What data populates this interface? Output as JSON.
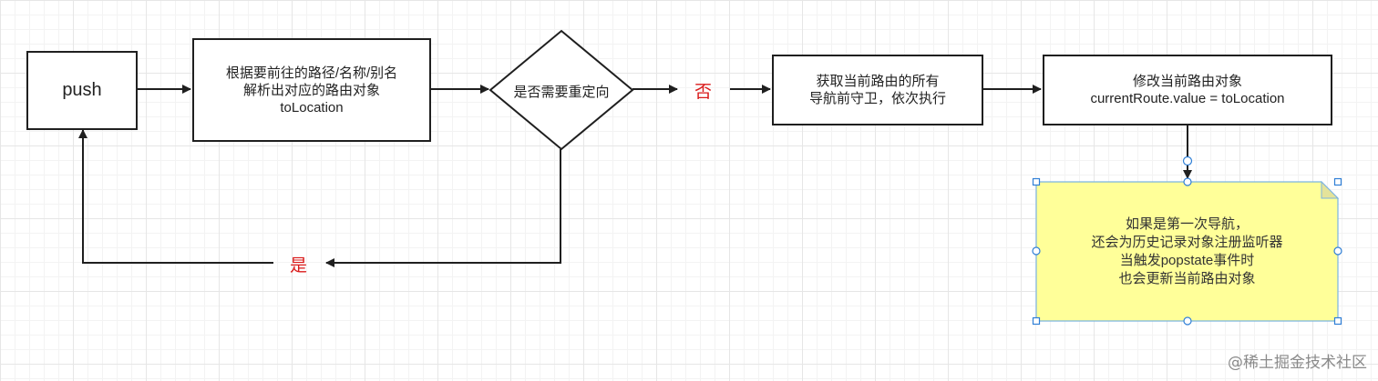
{
  "nodes": {
    "push": "push",
    "resolve": "根据要前往的路径/名称/别名\n解析出对应的路由对象\ntoLocation",
    "decision": "是否需要重定向",
    "guards": "获取当前路由的所有\n导航前守卫，依次执行",
    "update": "修改当前路由对象\ncurrentRoute.value = toLocation"
  },
  "labels": {
    "no": "否",
    "yes": "是"
  },
  "note": {
    "text": "如果是第一次导航，\n还会为历史记录对象注册监听器\n当触发popstate事件时\n也会更新当前路由对象"
  },
  "watermark": "@稀土掘金技术社区",
  "colors": {
    "stroke": "#1f1f1f",
    "label_red": "#d91a1a",
    "note_fill": "#ffff99",
    "note_border": "#7bb3e0",
    "handle": "#2f7fd6"
  }
}
